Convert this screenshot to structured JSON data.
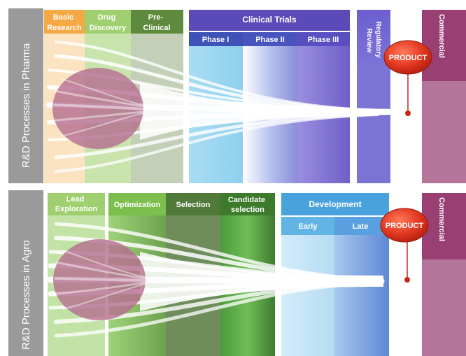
{
  "pharma": {
    "side_label": "R&D Processes in Pharma",
    "stages": {
      "basic_research": [
        "Basic",
        "Research"
      ],
      "drug_discovery": [
        "Drug",
        "Discovery"
      ],
      "pre_clinical": [
        "Pre-",
        "Clinical"
      ],
      "clinical_trials": "Clinical Trials",
      "phase1": "Phase I",
      "phase2": "Phase II",
      "phase3": "Phase III",
      "regulatory": [
        "Regulatory",
        "Review"
      ],
      "commercial": "Commercial"
    },
    "product": "PRODUCT"
  },
  "agro": {
    "side_label": "R&D Processes in Agro",
    "stages": {
      "lead_exploration": [
        "Lead",
        "Exploration"
      ],
      "optimization": "Optimization",
      "selection": "Selection",
      "candidate_selection": [
        "Candidate",
        "selection"
      ],
      "development": "Development",
      "early": "Early",
      "late": "Late",
      "commercial": "Commercial"
    },
    "product": "PRODUCT"
  },
  "colors": {
    "orange": "#f5a945",
    "light_green": "#9fcf6e",
    "dark_green": "#5d8a3c",
    "purple": "#5b4bb8",
    "blue_light": "#8fd0ee",
    "magenta": "#9a3f74",
    "product_red": "#d9341f",
    "gray_side": "#9a9a9a",
    "sphere": "#b56d90"
  }
}
